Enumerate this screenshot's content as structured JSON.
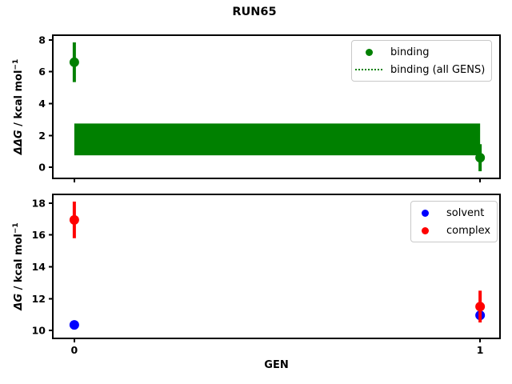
{
  "figure": {
    "suptitle": "RUN65",
    "background": "#ffffff",
    "text_color": "#000000"
  },
  "chart_data": [
    {
      "id": "top",
      "type": "errorbar",
      "ylabel": {
        "var": "ΔΔG",
        "units": " / kcal mol",
        "sup": "−1"
      },
      "xlabel": "",
      "xlim": [
        -0.053,
        1.049
      ],
      "ylim": [
        -0.7,
        8.3
      ],
      "yticks": [
        0,
        2,
        4,
        6,
        8
      ],
      "yticklabels": [
        "0",
        "2",
        "4",
        "6",
        "8"
      ],
      "xticks": [
        0,
        1
      ],
      "xticklabels": [
        "0",
        "1"
      ],
      "show_xtick_labels": false,
      "grid": false,
      "band": {
        "label": "binding (all GENS)",
        "x": [
          0,
          1
        ],
        "ylow": 0.75,
        "yhigh": 2.75,
        "color": "#008000",
        "legend_linestyle": "dotted"
      },
      "series": [
        {
          "name": "binding",
          "color": "#008000",
          "marker": "circle",
          "points": [
            {
              "x": 0,
              "y": 6.6,
              "yerr": 1.25
            },
            {
              "x": 1,
              "y": 0.6,
              "yerr": 0.85
            }
          ]
        }
      ],
      "legend": {
        "position": "upper right",
        "entries": [
          {
            "label": "binding",
            "marker": "circle",
            "color": "#008000"
          },
          {
            "label": "binding (all GENS)",
            "marker": "dotted-line",
            "color": "#008000"
          }
        ]
      }
    },
    {
      "id": "bottom",
      "type": "errorbar",
      "ylabel": {
        "var": "ΔG",
        "units": " / kcal mol",
        "sup": "−1"
      },
      "xlabel": "GEN",
      "xlim": [
        -0.053,
        1.049
      ],
      "ylim": [
        9.5,
        18.55
      ],
      "yticks": [
        10,
        12,
        14,
        16,
        18
      ],
      "yticklabels": [
        "10",
        "12",
        "14",
        "16",
        "18"
      ],
      "xticks": [
        0,
        1
      ],
      "xticklabels": [
        "0",
        "1"
      ],
      "show_xtick_labels": true,
      "grid": false,
      "series": [
        {
          "name": "solvent",
          "color": "#0000ff",
          "marker": "circle",
          "points": [
            {
              "x": 0,
              "y": 10.35,
              "yerr": 0.15
            },
            {
              "x": 1,
              "y": 10.95,
              "yerr": 0.3
            }
          ]
        },
        {
          "name": "complex",
          "color": "#ff0000",
          "marker": "circle",
          "points": [
            {
              "x": 0,
              "y": 16.95,
              "yerr": 1.15
            },
            {
              "x": 1,
              "y": 11.5,
              "yerr": 1.0
            }
          ]
        }
      ],
      "legend": {
        "position": "upper right",
        "entries": [
          {
            "label": "solvent",
            "marker": "circle",
            "color": "#0000ff"
          },
          {
            "label": "complex",
            "marker": "circle",
            "color": "#ff0000"
          }
        ]
      }
    }
  ]
}
